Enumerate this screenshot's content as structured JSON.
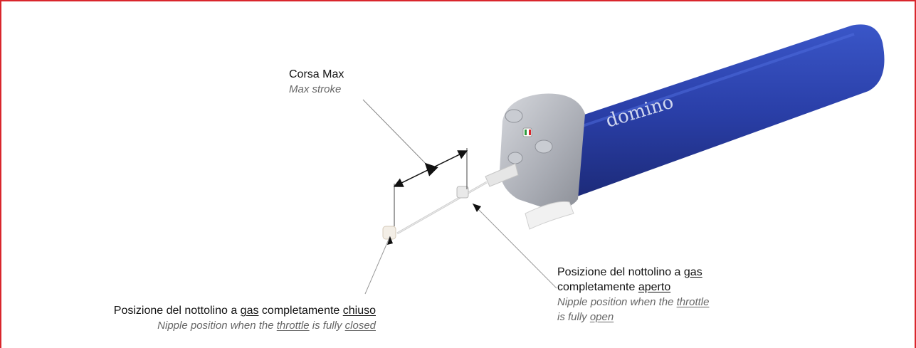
{
  "max_stroke": {
    "it_label": "Corsa Max",
    "en_label": "Max stroke"
  },
  "closed": {
    "it_prefix": "Posizione del nottolino a ",
    "it_gas": "gas",
    "it_mid": " completamente ",
    "it_state": "chiuso",
    "en_prefix": "Nipple position when the ",
    "en_throttle": "throttle",
    "en_mid": " is fully ",
    "en_state": "closed"
  },
  "open": {
    "it_line1_prefix": "Posizione del nottolino a ",
    "it_gas": "gas",
    "it_line2_prefix": "completamente ",
    "it_state": "aperto",
    "en_line1_prefix": "Nipple position when the ",
    "en_throttle": "throttle",
    "en_line2_prefix": "is fully ",
    "en_state": "open"
  },
  "grip_brand": "domino",
  "colors": {
    "frame": "#d9262c",
    "grip_blue": "#2a3fa8",
    "housing_grey": "#b7bac2"
  }
}
